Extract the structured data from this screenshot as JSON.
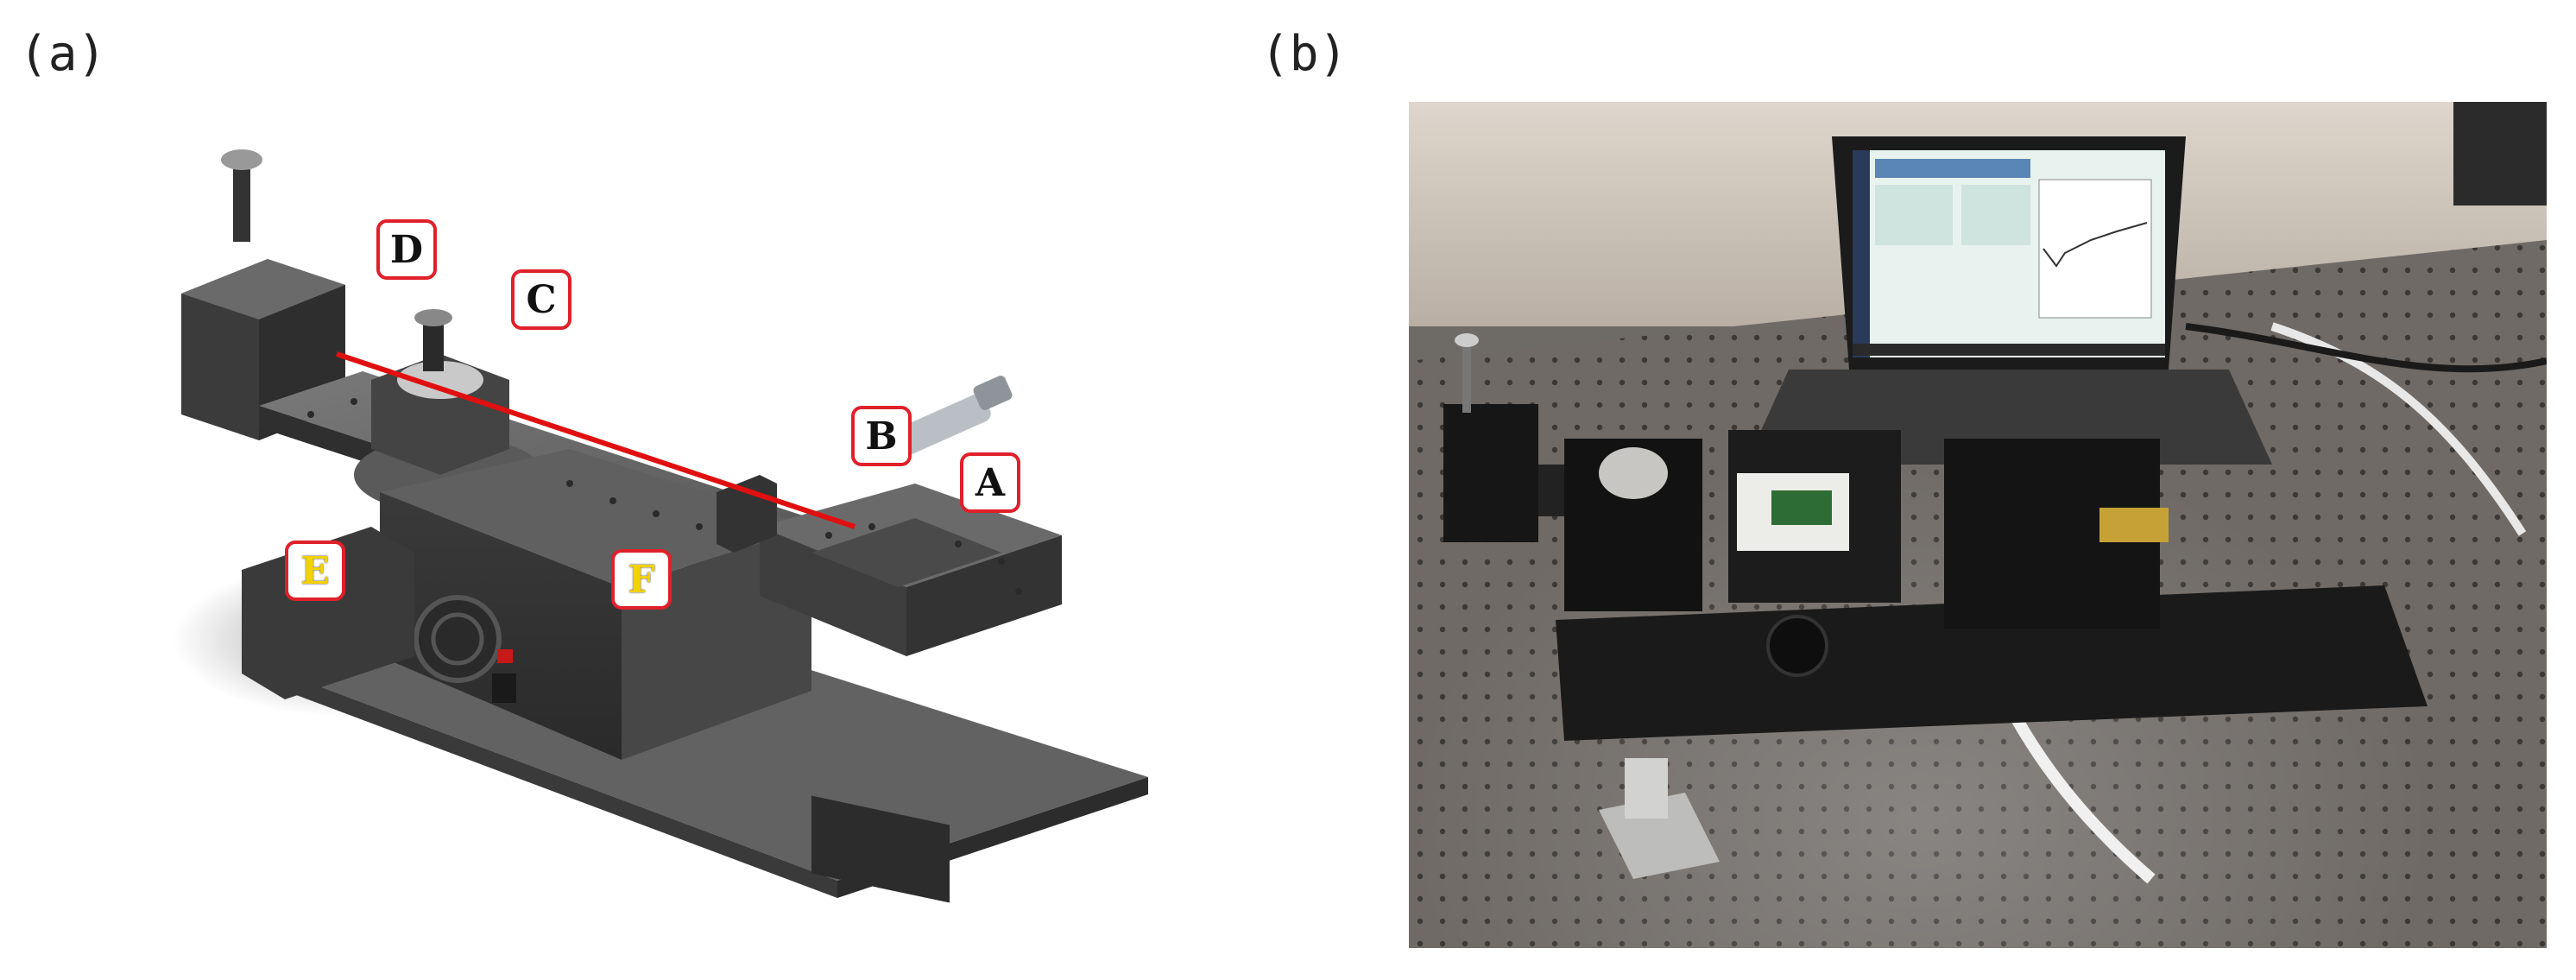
{
  "figure": {
    "panel_a_label": "(a)",
    "panel_b_label": "(b)"
  },
  "callouts": {
    "A": "A",
    "B": "B",
    "C": "C",
    "D": "D",
    "E": "E",
    "F": "F"
  },
  "colors": {
    "callout_border": "#e0202a",
    "laser_beam": "#e01010",
    "highlight_text": "#f2d200",
    "cad_body": "#4a4a4a"
  }
}
